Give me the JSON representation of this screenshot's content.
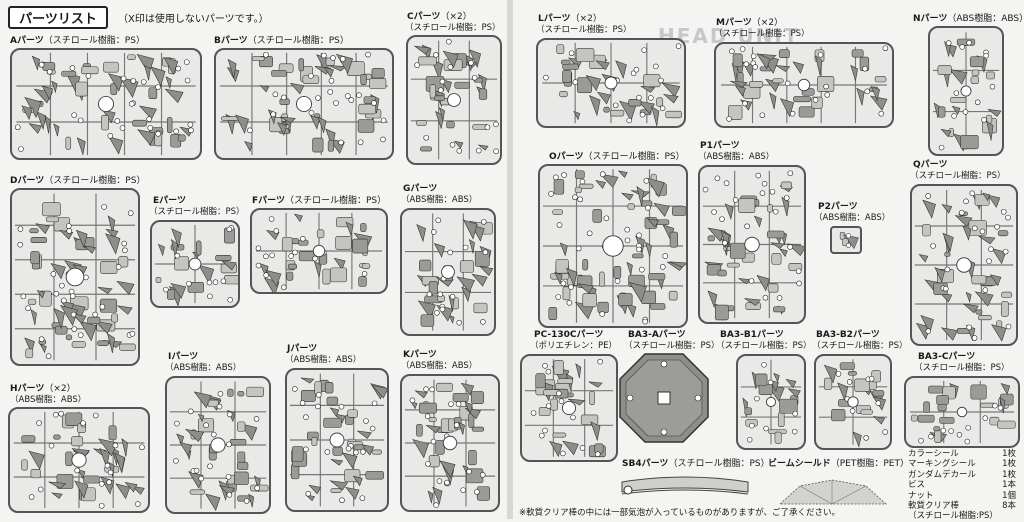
{
  "header": {
    "title": "パーツリスト",
    "note": "（X印は使用しないパーツです。）"
  },
  "background_text": "HEAD UNIT",
  "parts": {
    "A": {
      "name": "Aパーツ",
      "material": "（スチロール樹脂：PS）"
    },
    "B": {
      "name": "Bパーツ",
      "material": "（スチロール樹脂：PS）"
    },
    "C": {
      "name": "Cパーツ",
      "count": "（×2）",
      "material": "（スチロール樹脂：PS）"
    },
    "D": {
      "name": "Dパーツ",
      "material": "（スチロール樹脂：PS）"
    },
    "E": {
      "name": "Eパーツ",
      "material": "（スチロール樹脂：PS）"
    },
    "F": {
      "name": "Fパーツ",
      "material": "（スチロール樹脂：PS）"
    },
    "G": {
      "name": "Gパーツ",
      "material": "（ABS樹脂：ABS）"
    },
    "H": {
      "name": "Hパーツ",
      "count": "（×2）",
      "material": "（ABS樹脂：ABS）"
    },
    "I": {
      "name": "Iパーツ",
      "material": "（ABS樹脂：ABS）"
    },
    "J": {
      "name": "Jパーツ",
      "material": "（ABS樹脂：ABS）"
    },
    "K": {
      "name": "Kパーツ",
      "material": "（ABS樹脂：ABS）"
    },
    "L": {
      "name": "Lパーツ",
      "count": "（×2）",
      "material": "（スチロール樹脂：PS）"
    },
    "M": {
      "name": "Mパーツ",
      "count": "（×2）",
      "material": "（スチロール樹脂：PS）"
    },
    "N": {
      "name": "Nパーツ",
      "material": "（ABS樹脂：ABS）"
    },
    "O": {
      "name": "Oパーツ",
      "material": "（スチロール樹脂：PS）"
    },
    "P1": {
      "name": "P1パーツ",
      "material": "（ABS樹脂：ABS）"
    },
    "P2": {
      "name": "P2パーツ",
      "material": "（ABS樹脂：ABS）"
    },
    "Q": {
      "name": "Qパーツ",
      "material": "（スチロール樹脂：PS）"
    },
    "PC": {
      "name": "PC-130Cパーツ",
      "material": "（ポリエチレン：PE）"
    },
    "BA3A": {
      "name": "BA3-Aパーツ",
      "material": "（スチロール樹脂：PS）"
    },
    "BA3B1": {
      "name": "BA3-B1パーツ",
      "material": "（スチロール樹脂：PS）"
    },
    "BA3B2": {
      "name": "BA3-B2パーツ",
      "material": "（スチロール樹脂：PS）"
    },
    "BA3C": {
      "name": "BA3-Cパーツ",
      "material": "（スチロール樹脂：PS）"
    },
    "SB4": {
      "name": "SB4パーツ",
      "material": "（スチロール樹脂：PS）"
    },
    "shield": {
      "name": "ビームシールド",
      "material": "（PET樹脂：PET）"
    }
  },
  "legend": [
    {
      "item": "カラーシール",
      "qty": "1枚"
    },
    {
      "item": "マーキングシール",
      "qty": "1枚"
    },
    {
      "item": "ガンダムデカール",
      "qty": "1枚"
    },
    {
      "item": "ビス",
      "qty": "1本"
    },
    {
      "item": "ナット",
      "qty": "1個"
    },
    {
      "item": "軟質クリア棒",
      "qty": "8本"
    },
    {
      "item": "（スチロール樹脂:PS）",
      "qty": ""
    }
  ],
  "footnote": "※軟質クリア棒の中には一部気泡が入っているものがありますが、ご了承ください。"
}
